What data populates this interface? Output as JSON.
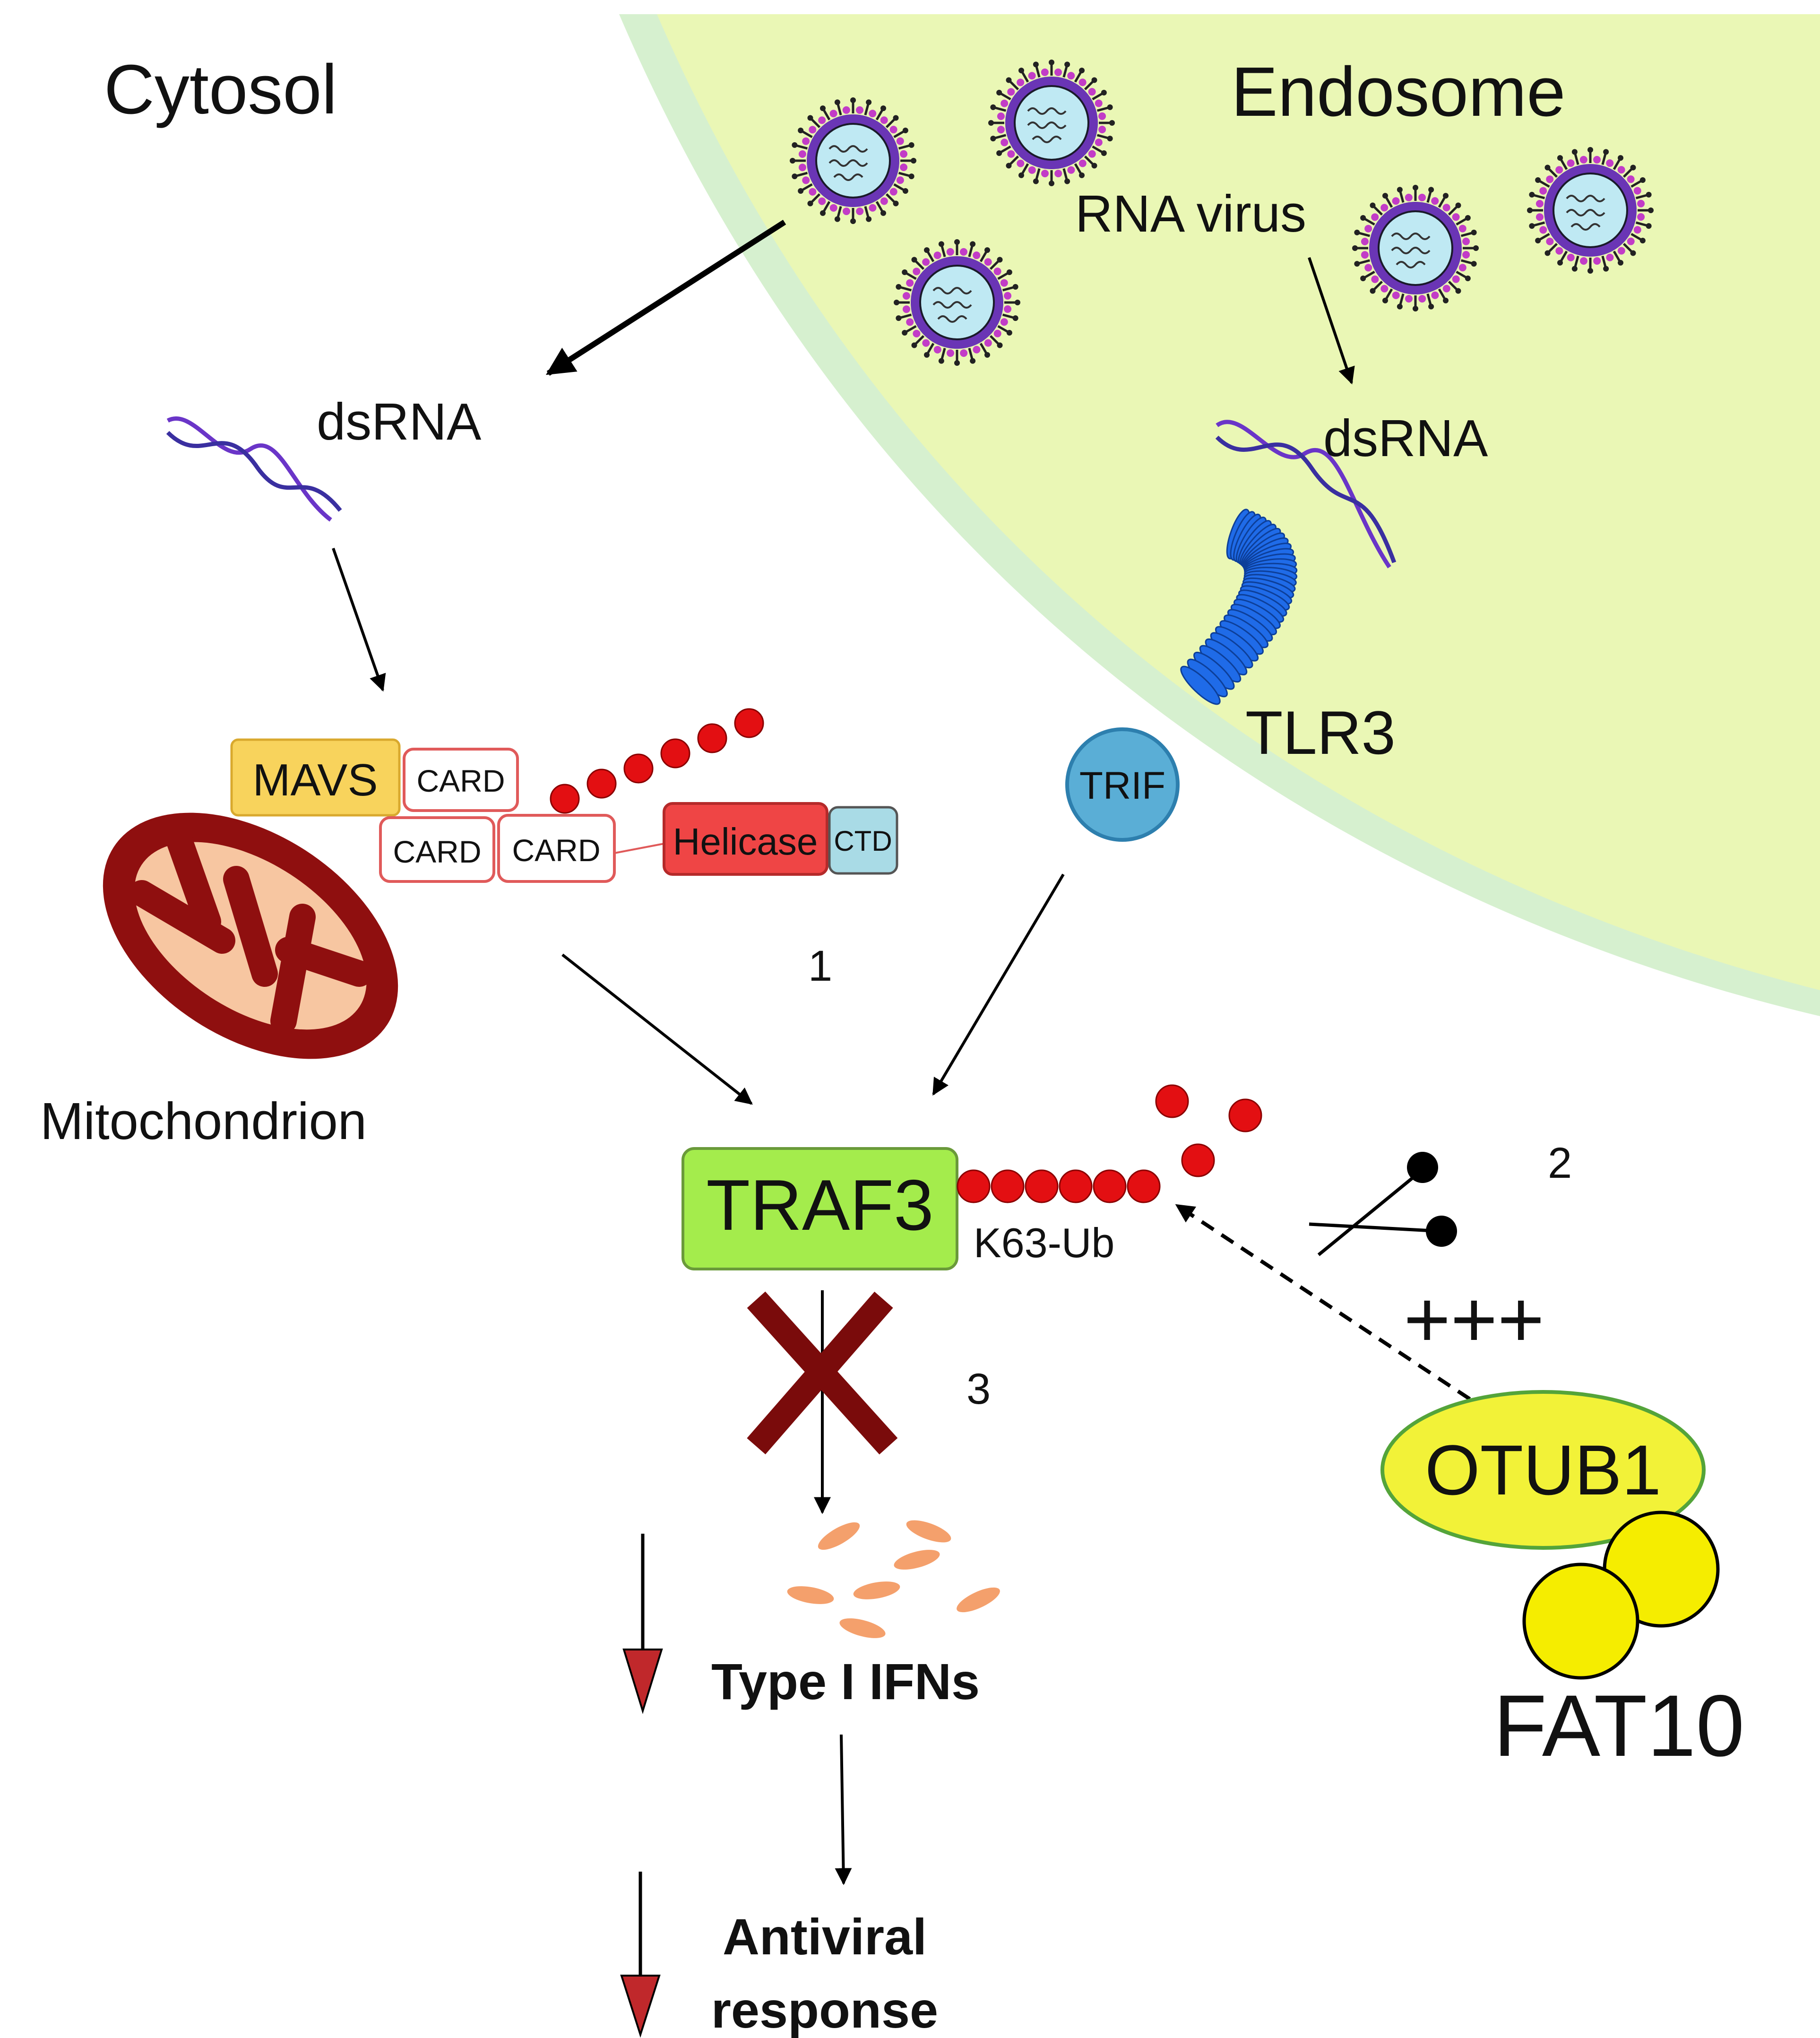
{
  "labels": {
    "cytosol": "Cytosol",
    "endosome": "Endosome",
    "rna_virus": "RNA virus",
    "dsrna_cytosol": "dsRNA",
    "dsrna_endosome": "dsRNA",
    "mavs": "MAVS",
    "card_top": "CARD",
    "card_left": "CARD",
    "card_right": "CARD",
    "helicase": "Helicase",
    "ctd": "CTD",
    "mitochondrion": "Mitochondrion",
    "tlr3": "TLR3",
    "trif": "TRIF",
    "traf3": "TRAF3",
    "k63_ub": "K63-Ub",
    "step_1": "1",
    "step_2": "2",
    "step_3": "3",
    "plus": "+++",
    "otub1": "OTUB1",
    "fat10": "FAT10",
    "type_i_ifns": "Type I IFNs",
    "antiviral_line1": "Antiviral",
    "antiviral_line2": "response"
  },
  "colors": {
    "endosome_fill": "#eaf7b5",
    "endosome_rim": "#d6f0cf",
    "mavs_fill": "#f8d35c",
    "card_border": "#e05a5a",
    "helicase_fill": "#ef4545",
    "ctd_fill": "#a9dbe6",
    "ubiquitin": "#e30f12",
    "mito_outer": "#8f0f0f",
    "mito_inner": "#f7c6a1",
    "tlr3": "#1f6be8",
    "trif_fill": "#5aaed6",
    "traf3_fill": "#a4ec4c",
    "otub1_fill": "#f2f238",
    "fat10_fill": "#f5ed00",
    "inhibition_x": "#7a0b0b",
    "ifn": "#f4a06c",
    "down_arrow": "#c0282b",
    "virus_core": "#bfe9f3",
    "virus_ring": "#6a35b5",
    "virus_spike": "#c23cc7"
  }
}
